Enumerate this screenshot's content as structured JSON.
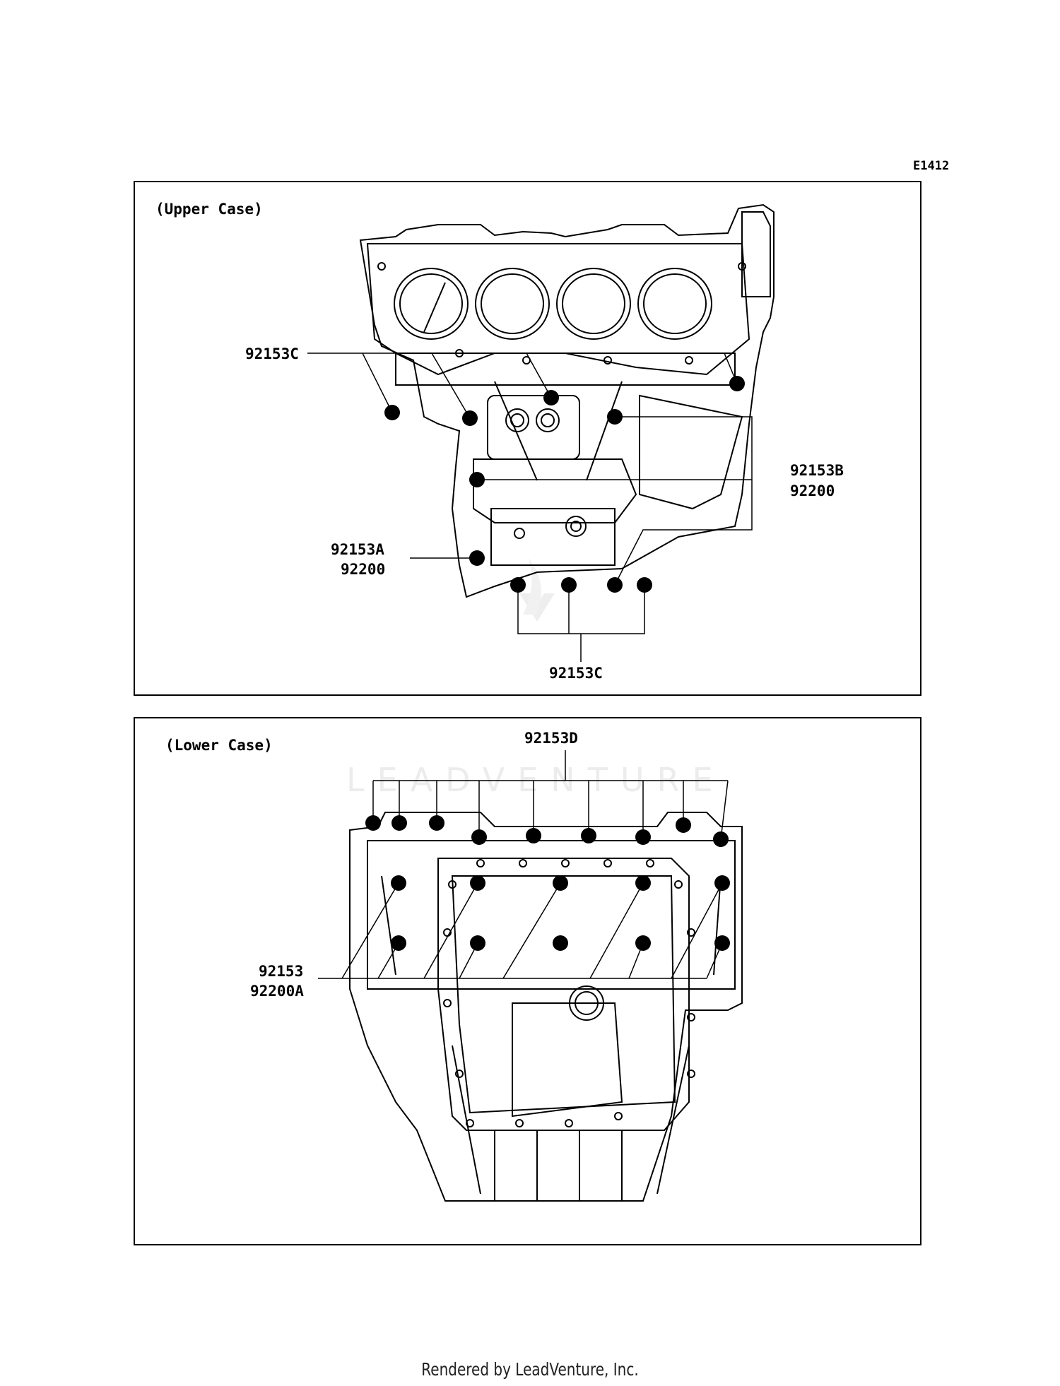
{
  "diagram_code": "E1412",
  "panels": {
    "upper": {
      "title": "(Upper Case)"
    },
    "lower": {
      "title": "(Lower Case)"
    }
  },
  "callouts": {
    "upper_top_left": "92153C",
    "upper_right_1": "92153B",
    "upper_right_2": "92200",
    "upper_left_1": "92153A",
    "upper_left_2": "92200",
    "upper_bottom": "92153C",
    "lower_top": "92153D",
    "lower_left_1": "92153",
    "lower_left_2": "92200A"
  },
  "watermark": "LEADVENTURE",
  "footer": "Rendered by LeadVenture, Inc."
}
